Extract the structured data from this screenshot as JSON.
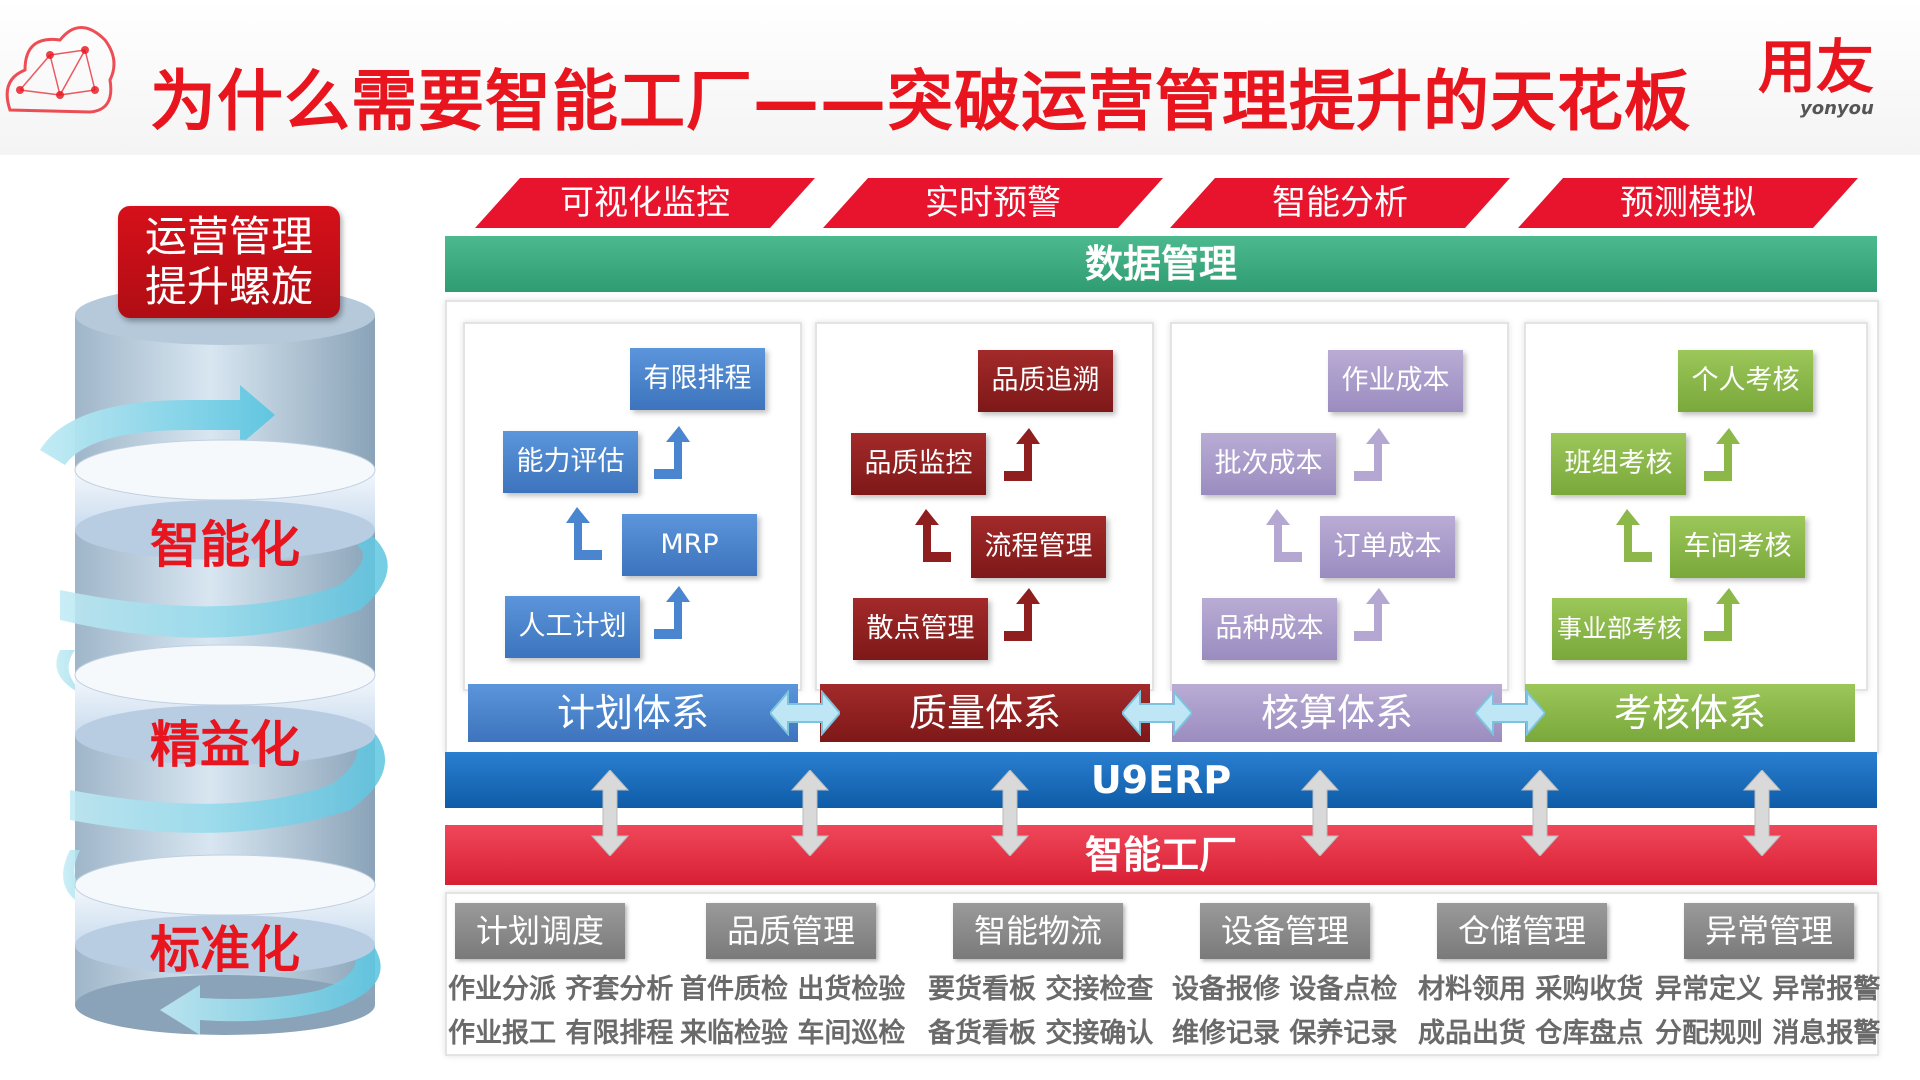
{
  "title": "为什么需要智能工厂——突破运营管理提升的天花板",
  "logo": {
    "main": "用友",
    "sub": "yonyou"
  },
  "spiral": {
    "badge_line1": "运营管理",
    "badge_line2": "提升螺旋",
    "levels": [
      "智能化",
      "精益化",
      "标准化"
    ]
  },
  "top_banners": [
    "可视化监控",
    "实时预警",
    "智能分析",
    "预测模拟"
  ],
  "data_bar": "数据管理",
  "erp_bar": "U9ERP",
  "factory_bar": "智能工厂",
  "systems": [
    {
      "name": "计划体系",
      "items": [
        "有限排程",
        "能力评估",
        "MRP",
        "人工计划"
      ],
      "color": "#4a86cf"
    },
    {
      "name": "质量体系",
      "items": [
        "品质追溯",
        "品质监控",
        "流程管理",
        "散点管理"
      ],
      "color": "#8f1f1f"
    },
    {
      "name": "核算体系",
      "items": [
        "作业成本",
        "批次成本",
        "订单成本",
        "品种成本"
      ],
      "color": "#a99bc7"
    },
    {
      "name": "考核体系",
      "items": [
        "个人考核",
        "班组考核",
        "车间考核",
        "事业部考核"
      ],
      "color": "#8cb84a"
    }
  ],
  "categories": [
    {
      "title": "计划调度",
      "line1": "作业分派 齐套分析",
      "line2": "作业报工 有限排程"
    },
    {
      "title": "品质管理",
      "line1": "首件质检 出货检验",
      "line2": "来临检验 车间巡检"
    },
    {
      "title": "智能物流",
      "line1": "要货看板 交接检查",
      "line2": "备货看板 交接确认"
    },
    {
      "title": "设备管理",
      "line1": "设备报修 设备点检",
      "line2": "维修记录 保养记录"
    },
    {
      "title": "仓储管理",
      "line1": "材料领用 采购收货",
      "line2": "成品出货 仓库盘点"
    },
    {
      "title": "异常管理",
      "line1": "异常定义 异常报警",
      "line2": "分配规则 消息报警"
    }
  ]
}
